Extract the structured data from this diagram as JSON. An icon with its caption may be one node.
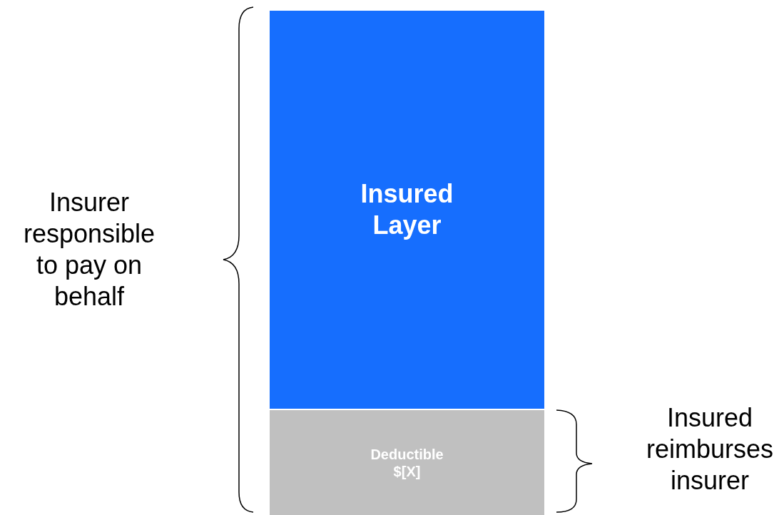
{
  "diagram": {
    "nodes": [
      {
        "text": [
          "Insured Layer"
        ]
      },
      {
        "text": [
          "Deductible $[X]"
        ]
      }
    ],
    "labels": [
      "Insurer responsible to pay on behalf",
      "Insured reimburses insurer"
    ]
  }
}
